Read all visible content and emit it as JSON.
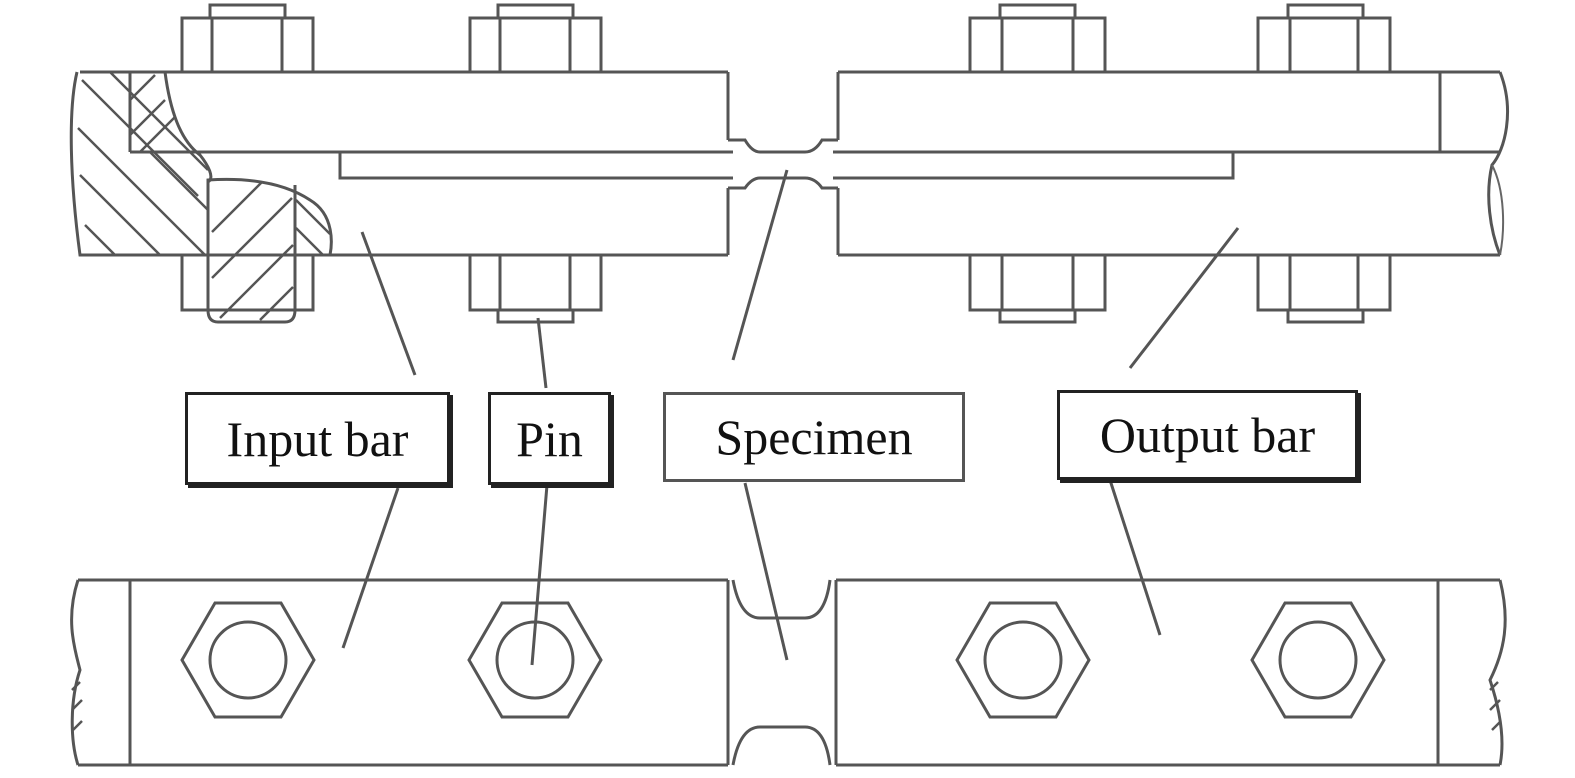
{
  "labels": {
    "input_bar": "Input bar",
    "pin": "Pin",
    "specimen": "Specimen",
    "output_bar": "Output bar"
  },
  "colors": {
    "line": "#555555",
    "text": "#111111"
  }
}
